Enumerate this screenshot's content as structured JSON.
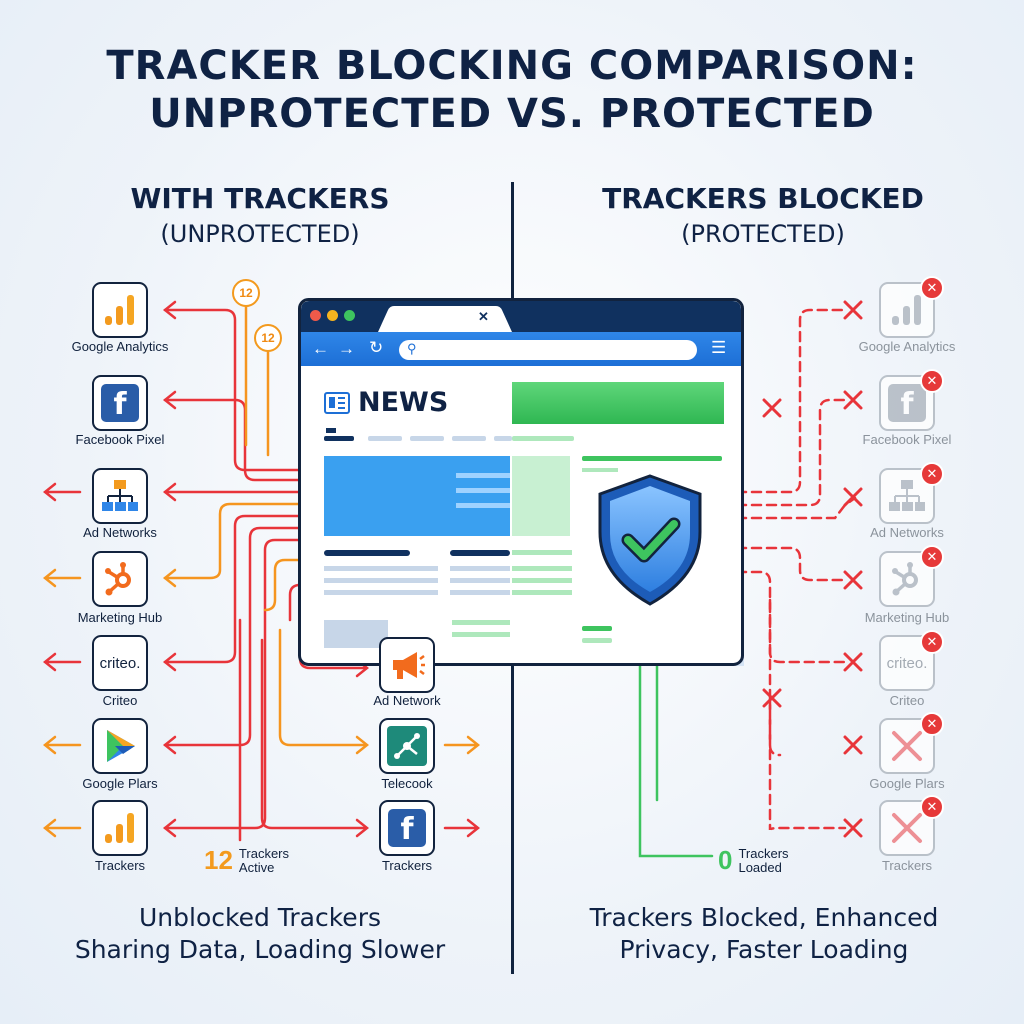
{
  "title_line1": "TRACKER BLOCKING COMPARISON:",
  "title_line2": "UNPROTECTED VS. PROTECTED",
  "left": {
    "heading": "WITH TRACKERS",
    "subheading": "(UNPROTECTED)",
    "badge_a": "12",
    "badge_b": "12",
    "trackers": [
      {
        "label": "Google Analytics",
        "icon": "bar-chart-icon"
      },
      {
        "label": "Facebook Pixel",
        "icon": "facebook-icon"
      },
      {
        "label": "Ad Networks",
        "icon": "network-icon"
      },
      {
        "label": "Marketing Hub",
        "icon": "hub-icon"
      },
      {
        "label": "Criteo",
        "icon": "criteo-logo",
        "logo_text": "criteo."
      },
      {
        "label": "Google Plars",
        "icon": "play-icon"
      },
      {
        "label": "Trackers",
        "icon": "bar-chart-icon"
      }
    ],
    "right_trackers": [
      {
        "label": "Ad Network",
        "icon": "megaphone-icon"
      },
      {
        "label": "Telecook",
        "icon": "graph-icon"
      },
      {
        "label": "Trackers",
        "icon": "facebook-icon"
      }
    ],
    "count_number": "12",
    "count_label_1": "Trackers",
    "count_label_2": "Active",
    "footer_line1": "Unblocked Trackers",
    "footer_line2": "Sharing Data, Loading Slower"
  },
  "browser": {
    "news_label": "NEWS"
  },
  "right": {
    "heading": "TRACKERS BLOCKED",
    "subheading": "(PROTECTED)",
    "trackers": [
      {
        "label": "Google Analytics",
        "icon": "bar-chart-icon"
      },
      {
        "label": "Facebook Pixel",
        "icon": "facebook-icon"
      },
      {
        "label": "Ad Networks",
        "icon": "network-icon"
      },
      {
        "label": "Marketing Hub",
        "icon": "hub-icon"
      },
      {
        "label": "Criteo",
        "icon": "criteo-logo",
        "logo_text": "criteo."
      },
      {
        "label": "Google Plars",
        "icon": "x-icon"
      },
      {
        "label": "Trackers",
        "icon": "x-icon"
      }
    ],
    "count_number": "0",
    "count_label_1": "Trackers",
    "count_label_2": "Loaded",
    "footer_line1": "Trackers Blocked, Enhanced",
    "footer_line2": "Privacy, Faster Loading"
  },
  "colors": {
    "tracker_red": "#e8343a",
    "tracker_orange": "#f5951f",
    "protected_green": "#3ec45f",
    "shield_blue": "#2e8ee8",
    "browser_blue": "#2f86e8",
    "navy": "#0f2244"
  }
}
